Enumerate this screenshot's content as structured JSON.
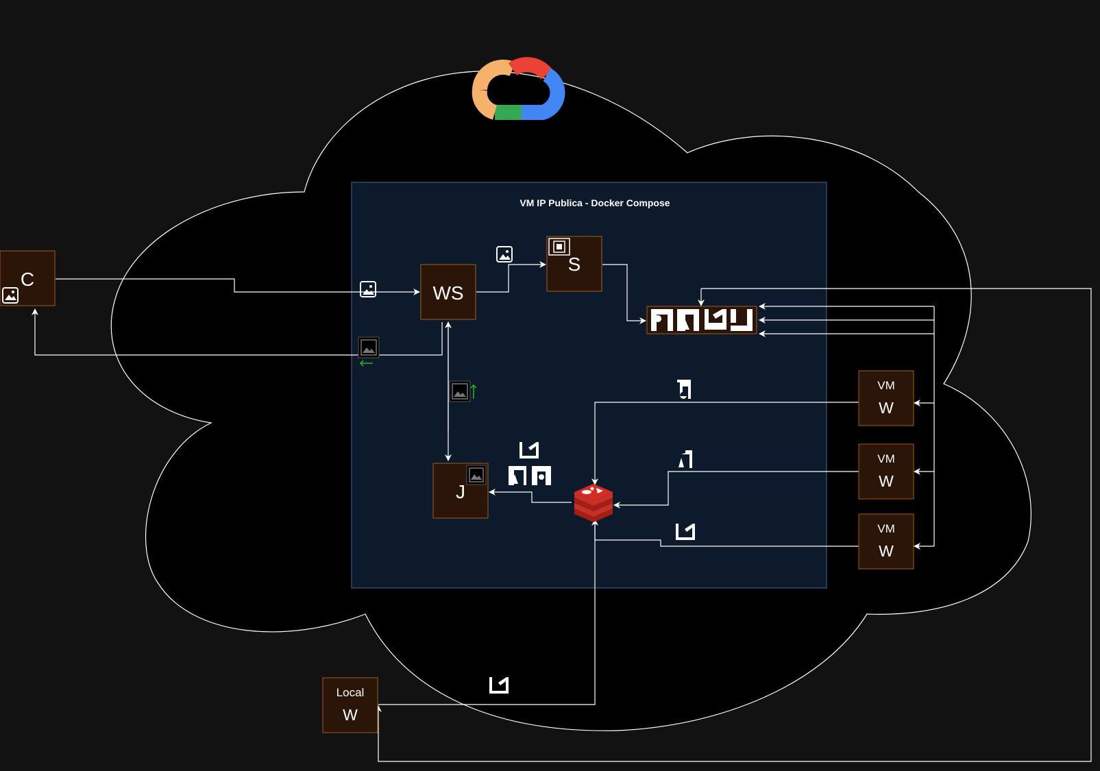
{
  "container": {
    "title": "VM IP Publica - Docker Compose"
  },
  "nodes": {
    "client": {
      "label": "C"
    },
    "websocket": {
      "label": "WS"
    },
    "storage": {
      "label": "S"
    },
    "join": {
      "label": "J"
    },
    "worker_vm_1": {
      "top": "VM",
      "label": "W"
    },
    "worker_vm_2": {
      "top": "VM",
      "label": "W"
    },
    "worker_vm_3": {
      "top": "VM",
      "label": "W"
    },
    "worker_local": {
      "top": "Local",
      "label": "W"
    }
  },
  "icons": {
    "cloud_logo": "google-cloud-logo",
    "queue": "redis-logo",
    "image": "image-icon",
    "chunk": "chunk-icon"
  },
  "colors": {
    "background": "#121212",
    "cloud_fill": "#000000",
    "cloud_stroke": "#ffffff",
    "container_fill": "#0c1a2c",
    "container_stroke": "#4a6a90",
    "node_fill": "#2b1508",
    "node_stroke": "#a15d1a",
    "edge": "#ffffff",
    "arrow_green": "#1dbb1d",
    "redis": "#c6302b",
    "gcp_red": "#ea4335",
    "gcp_blue": "#4285f4",
    "gcp_green": "#34a853",
    "gcp_yellow": "#f6b26b"
  }
}
